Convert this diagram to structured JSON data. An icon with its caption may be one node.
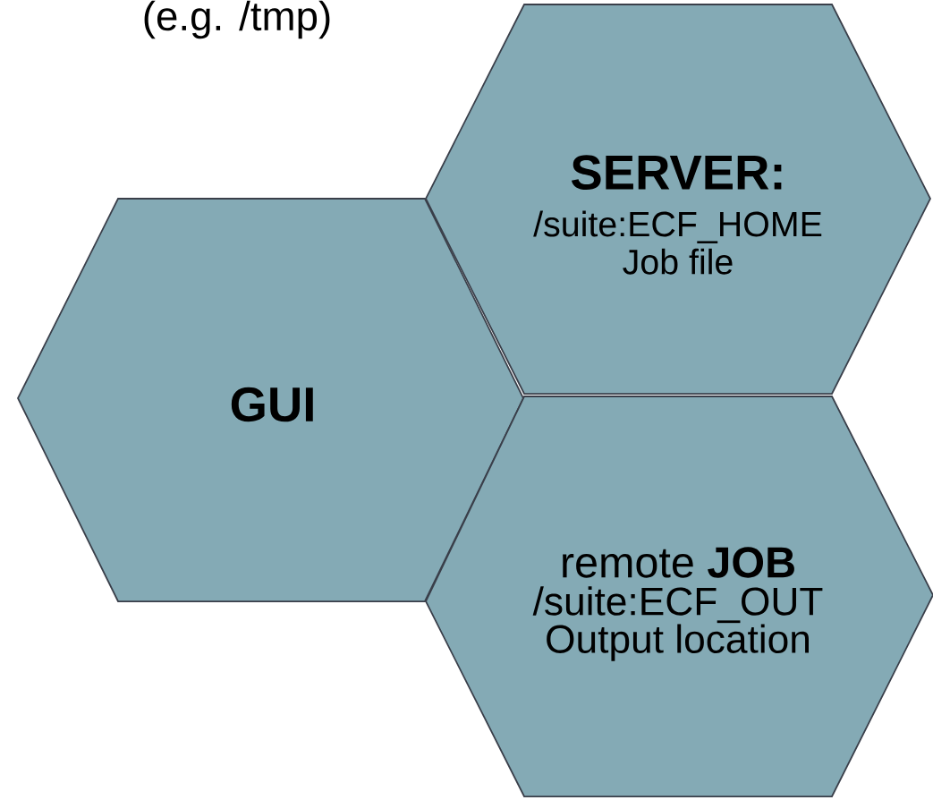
{
  "diagram": {
    "nodes": [
      {
        "text": [
          "SERVER:",
          "/suite:ECF_HOME",
          "Job file"
        ]
      },
      {
        "text": [
          "GUI"
        ]
      },
      {
        "text": [
          "remote **JOB**",
          "/suite:ECF_OUT",
          "Output location"
        ]
      }
    ],
    "labels": [
      "(e.g. /tmp)"
    ]
  }
}
